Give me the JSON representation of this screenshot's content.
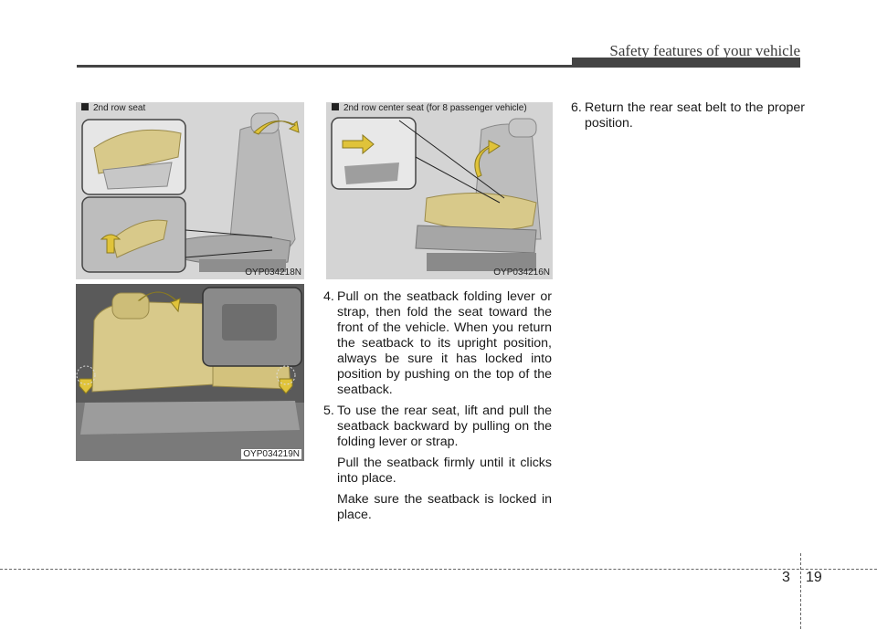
{
  "header": {
    "title": "Safety features of your vehicle"
  },
  "figures": {
    "fig1": {
      "caption": "2nd row seat",
      "code": "OYP034218N"
    },
    "fig2": {
      "code": "OYP034219N"
    },
    "fig3": {
      "caption": "2nd row center seat (for 8 passenger vehicle)",
      "code": "OYP034216N"
    }
  },
  "steps": [
    {
      "num": "4.",
      "paras": [
        "Pull on the seatback folding lever or strap, then fold the seat toward the front of the vehicle. When you return the seatback to its upright position, always be sure it has locked into position by pushing on the top of the seatback."
      ]
    },
    {
      "num": "5.",
      "paras": [
        "To use the rear seat, lift and pull the seatback backward by pulling on the folding lever or strap.",
        "Pull the seatback firmly until it clicks into place.",
        "Make sure the seatback is locked in place."
      ]
    },
    {
      "num": "6.",
      "paras": [
        "Return the rear seat belt to the proper position."
      ]
    }
  ],
  "footer": {
    "chapter": "3",
    "page": "19"
  },
  "colors": {
    "seat_highlight": "#d8c98a",
    "arrow": "#e0c33a",
    "photo_bg": "#d9d9d9"
  }
}
